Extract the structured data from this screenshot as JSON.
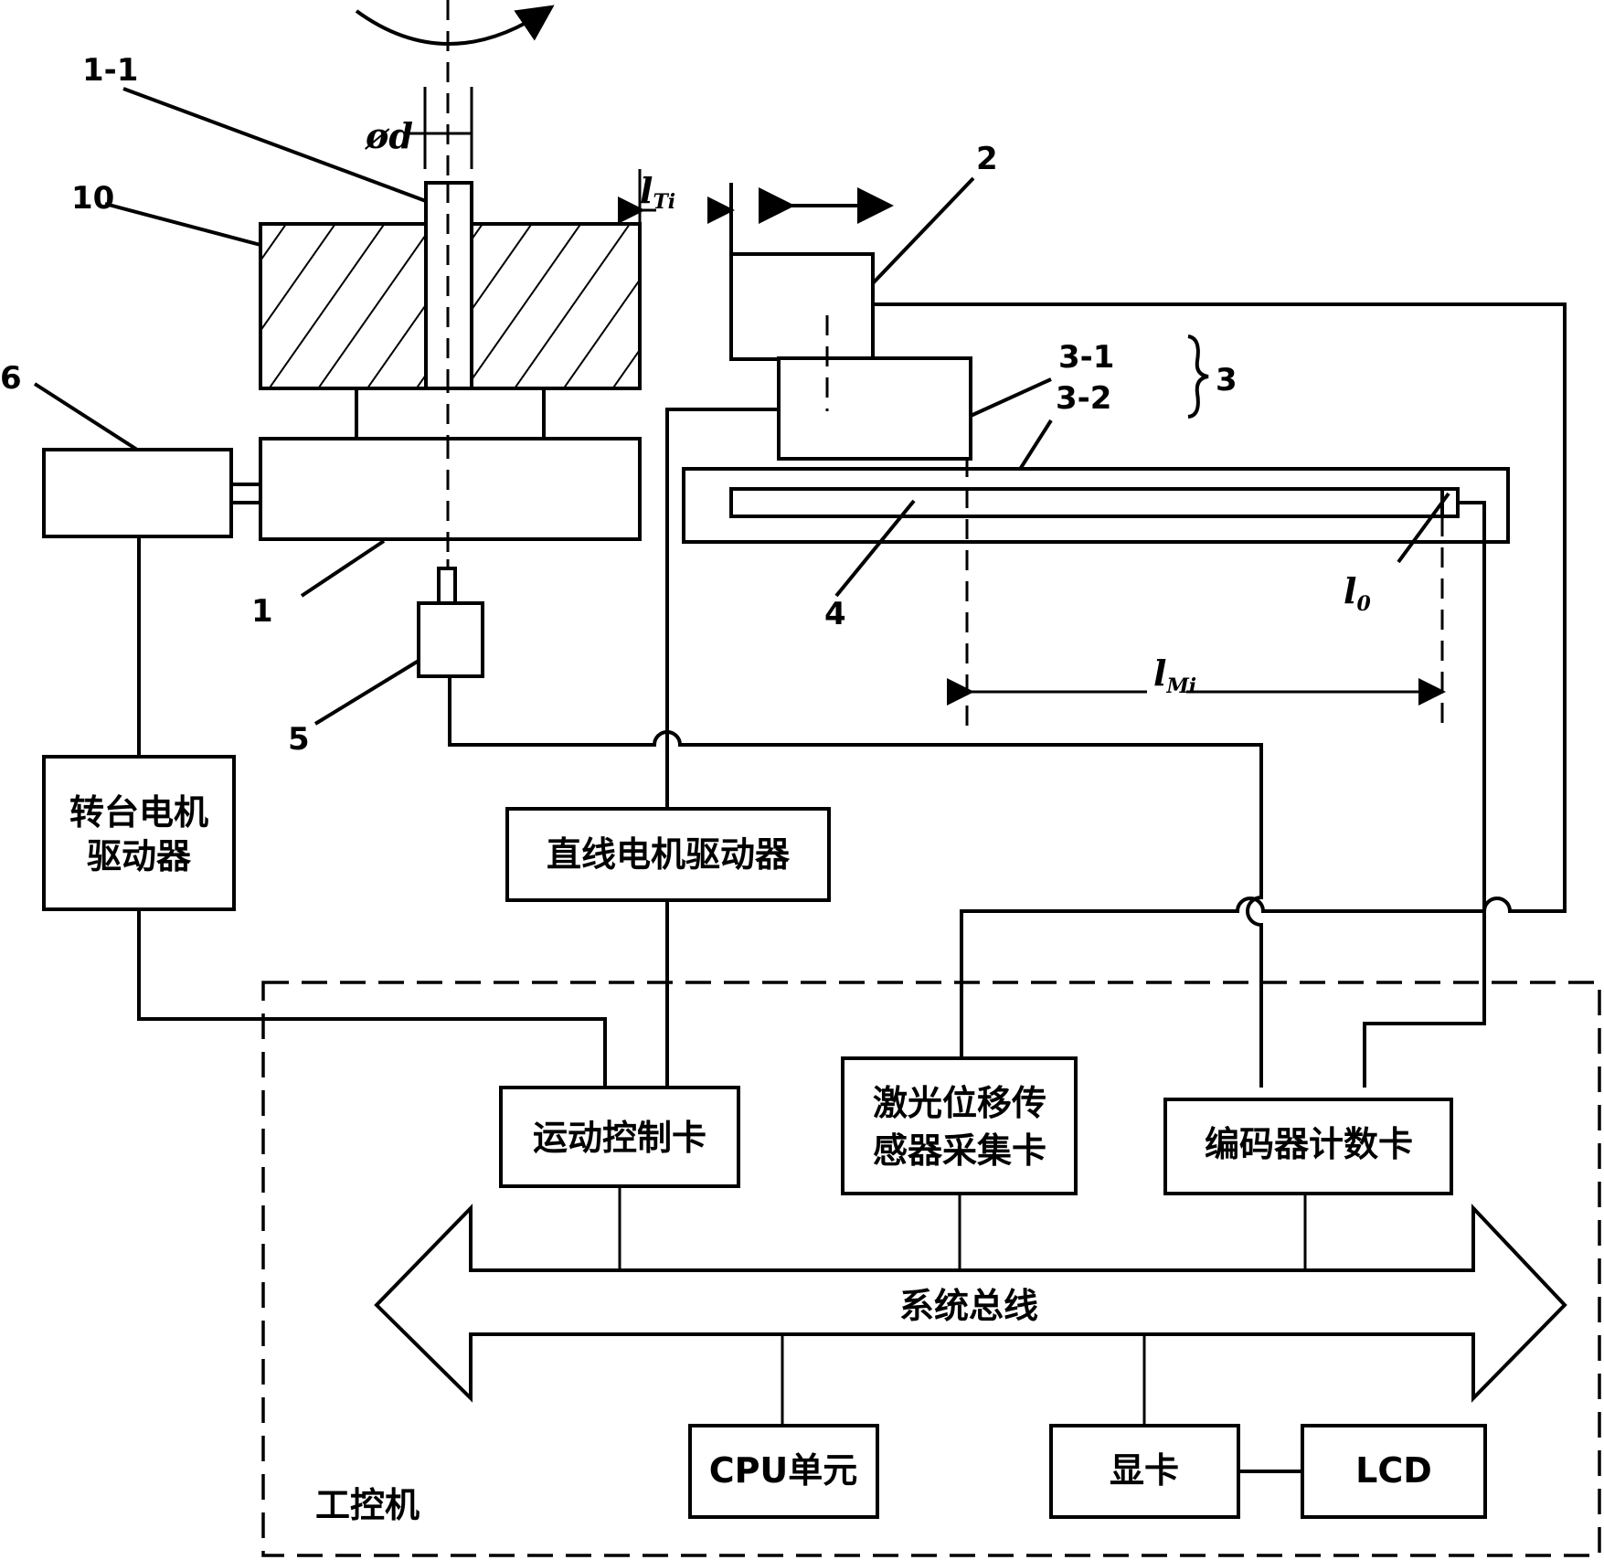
{
  "diagram": {
    "part_labels": {
      "p1_1": "1-1",
      "p10": "10",
      "p6": "6",
      "p1": "1",
      "p5": "5",
      "p2": "2",
      "p3_1": "3-1",
      "p3_2": "3-2",
      "p3": "3",
      "p4": "4"
    },
    "dimensions": {
      "diameter": "ød",
      "l_ti_main": "l",
      "l_ti_sub": "Ti",
      "l0_main": "l",
      "l0_sub": "0",
      "l_mi_main": "l",
      "l_mi_sub": "Mi"
    },
    "blocks": {
      "turntable_driver_line1": "转台电机",
      "turntable_driver_line2": "驱动器",
      "linear_driver": "直线电机驱动器",
      "motion_card": "运动控制卡",
      "laser_card_line1": "激光位移传",
      "laser_card_line2": "感器采集卡",
      "encoder_card": "编码器计数卡",
      "system_bus": "系统总线",
      "cpu_unit": "CPU单元",
      "graphics_card": "显卡",
      "lcd": "LCD",
      "ipc": "工控机"
    }
  }
}
